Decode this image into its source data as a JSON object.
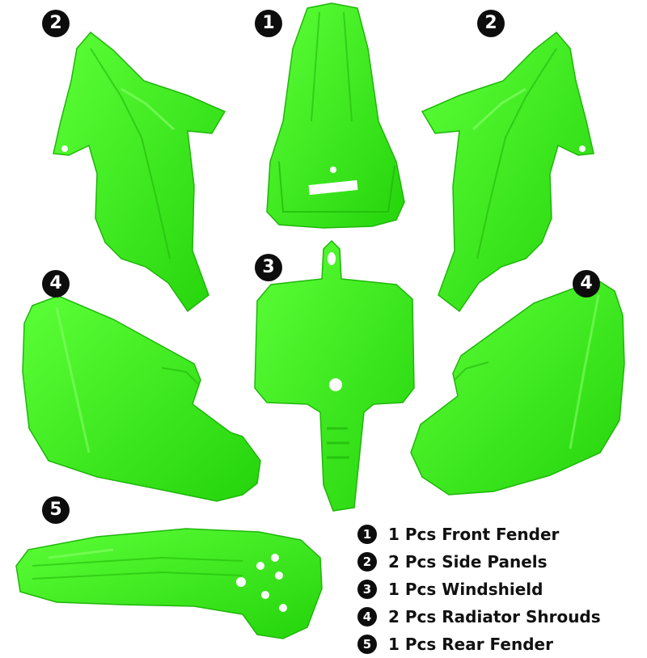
{
  "colors": {
    "plastic": "#33ee12",
    "plastic_shadow": "#22c70a",
    "plastic_highlight": "#7dff5c",
    "badge": "#0d0d0d"
  },
  "badges": {
    "front_fender": "1",
    "side_panel_left": "2",
    "side_panel_right": "2",
    "windshield": "3",
    "shroud_left": "4",
    "shroud_right": "4",
    "rear_fender": "5"
  },
  "legend": {
    "items": [
      {
        "num": "1",
        "text": "1 Pcs Front Fender"
      },
      {
        "num": "2",
        "text": "2 Pcs Side Panels"
      },
      {
        "num": "3",
        "text": "1 Pcs Windshield"
      },
      {
        "num": "4",
        "text": "2 Pcs Radiator Shrouds"
      },
      {
        "num": "5",
        "text": "1 Pcs Rear Fender"
      }
    ]
  }
}
